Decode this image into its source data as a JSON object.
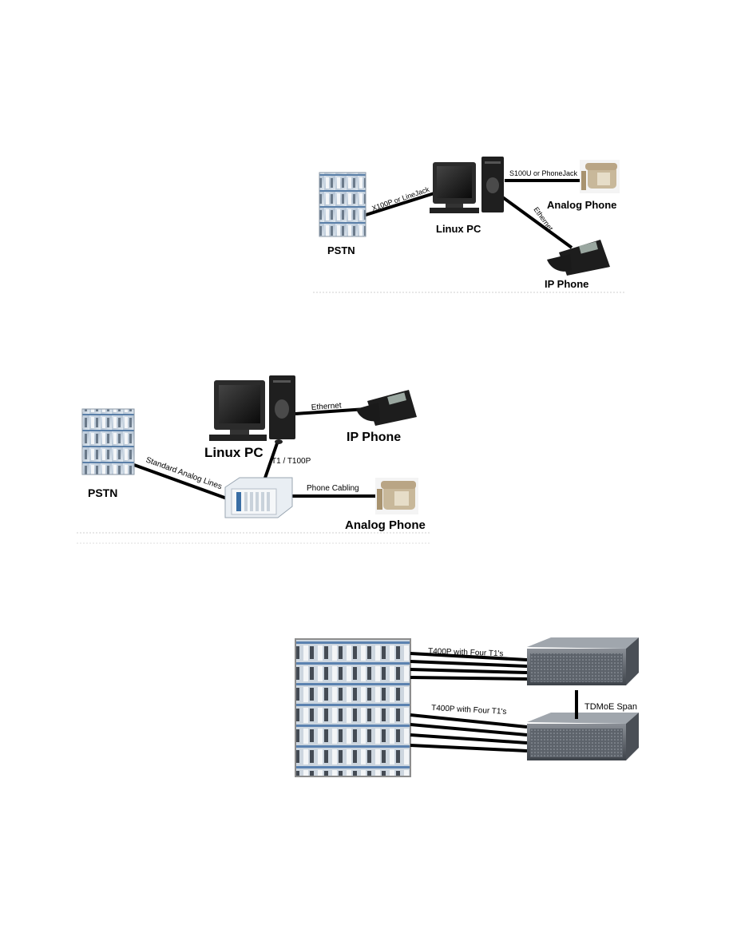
{
  "diagrams": [
    {
      "labels": {
        "pstn": "PSTN",
        "linux_pc": "Linux PC",
        "analog_phone": "Analog Phone",
        "ip_phone": "IP Phone",
        "link_pstn_pc": "X100P or LineJack",
        "link_pc_analog": "S100U or PhoneJack",
        "link_pc_ip": "Ethernet"
      }
    },
    {
      "labels": {
        "pstn": "PSTN",
        "linux_pc": "Linux PC",
        "ip_phone": "IP Phone",
        "analog_phone": "Analog Phone",
        "link_pc_ip": "Ethernet",
        "link_pstn_channelbank": "Standard Analog Lines",
        "link_pc_channelbank": "T1 / T100P",
        "link_channelbank_analog": "Phone Cabling"
      }
    },
    {
      "labels": {
        "link_top": "T400P with Four T1's",
        "link_bottom": "T400P with Four T1's",
        "link_servers": "TDMoE Span"
      }
    }
  ]
}
